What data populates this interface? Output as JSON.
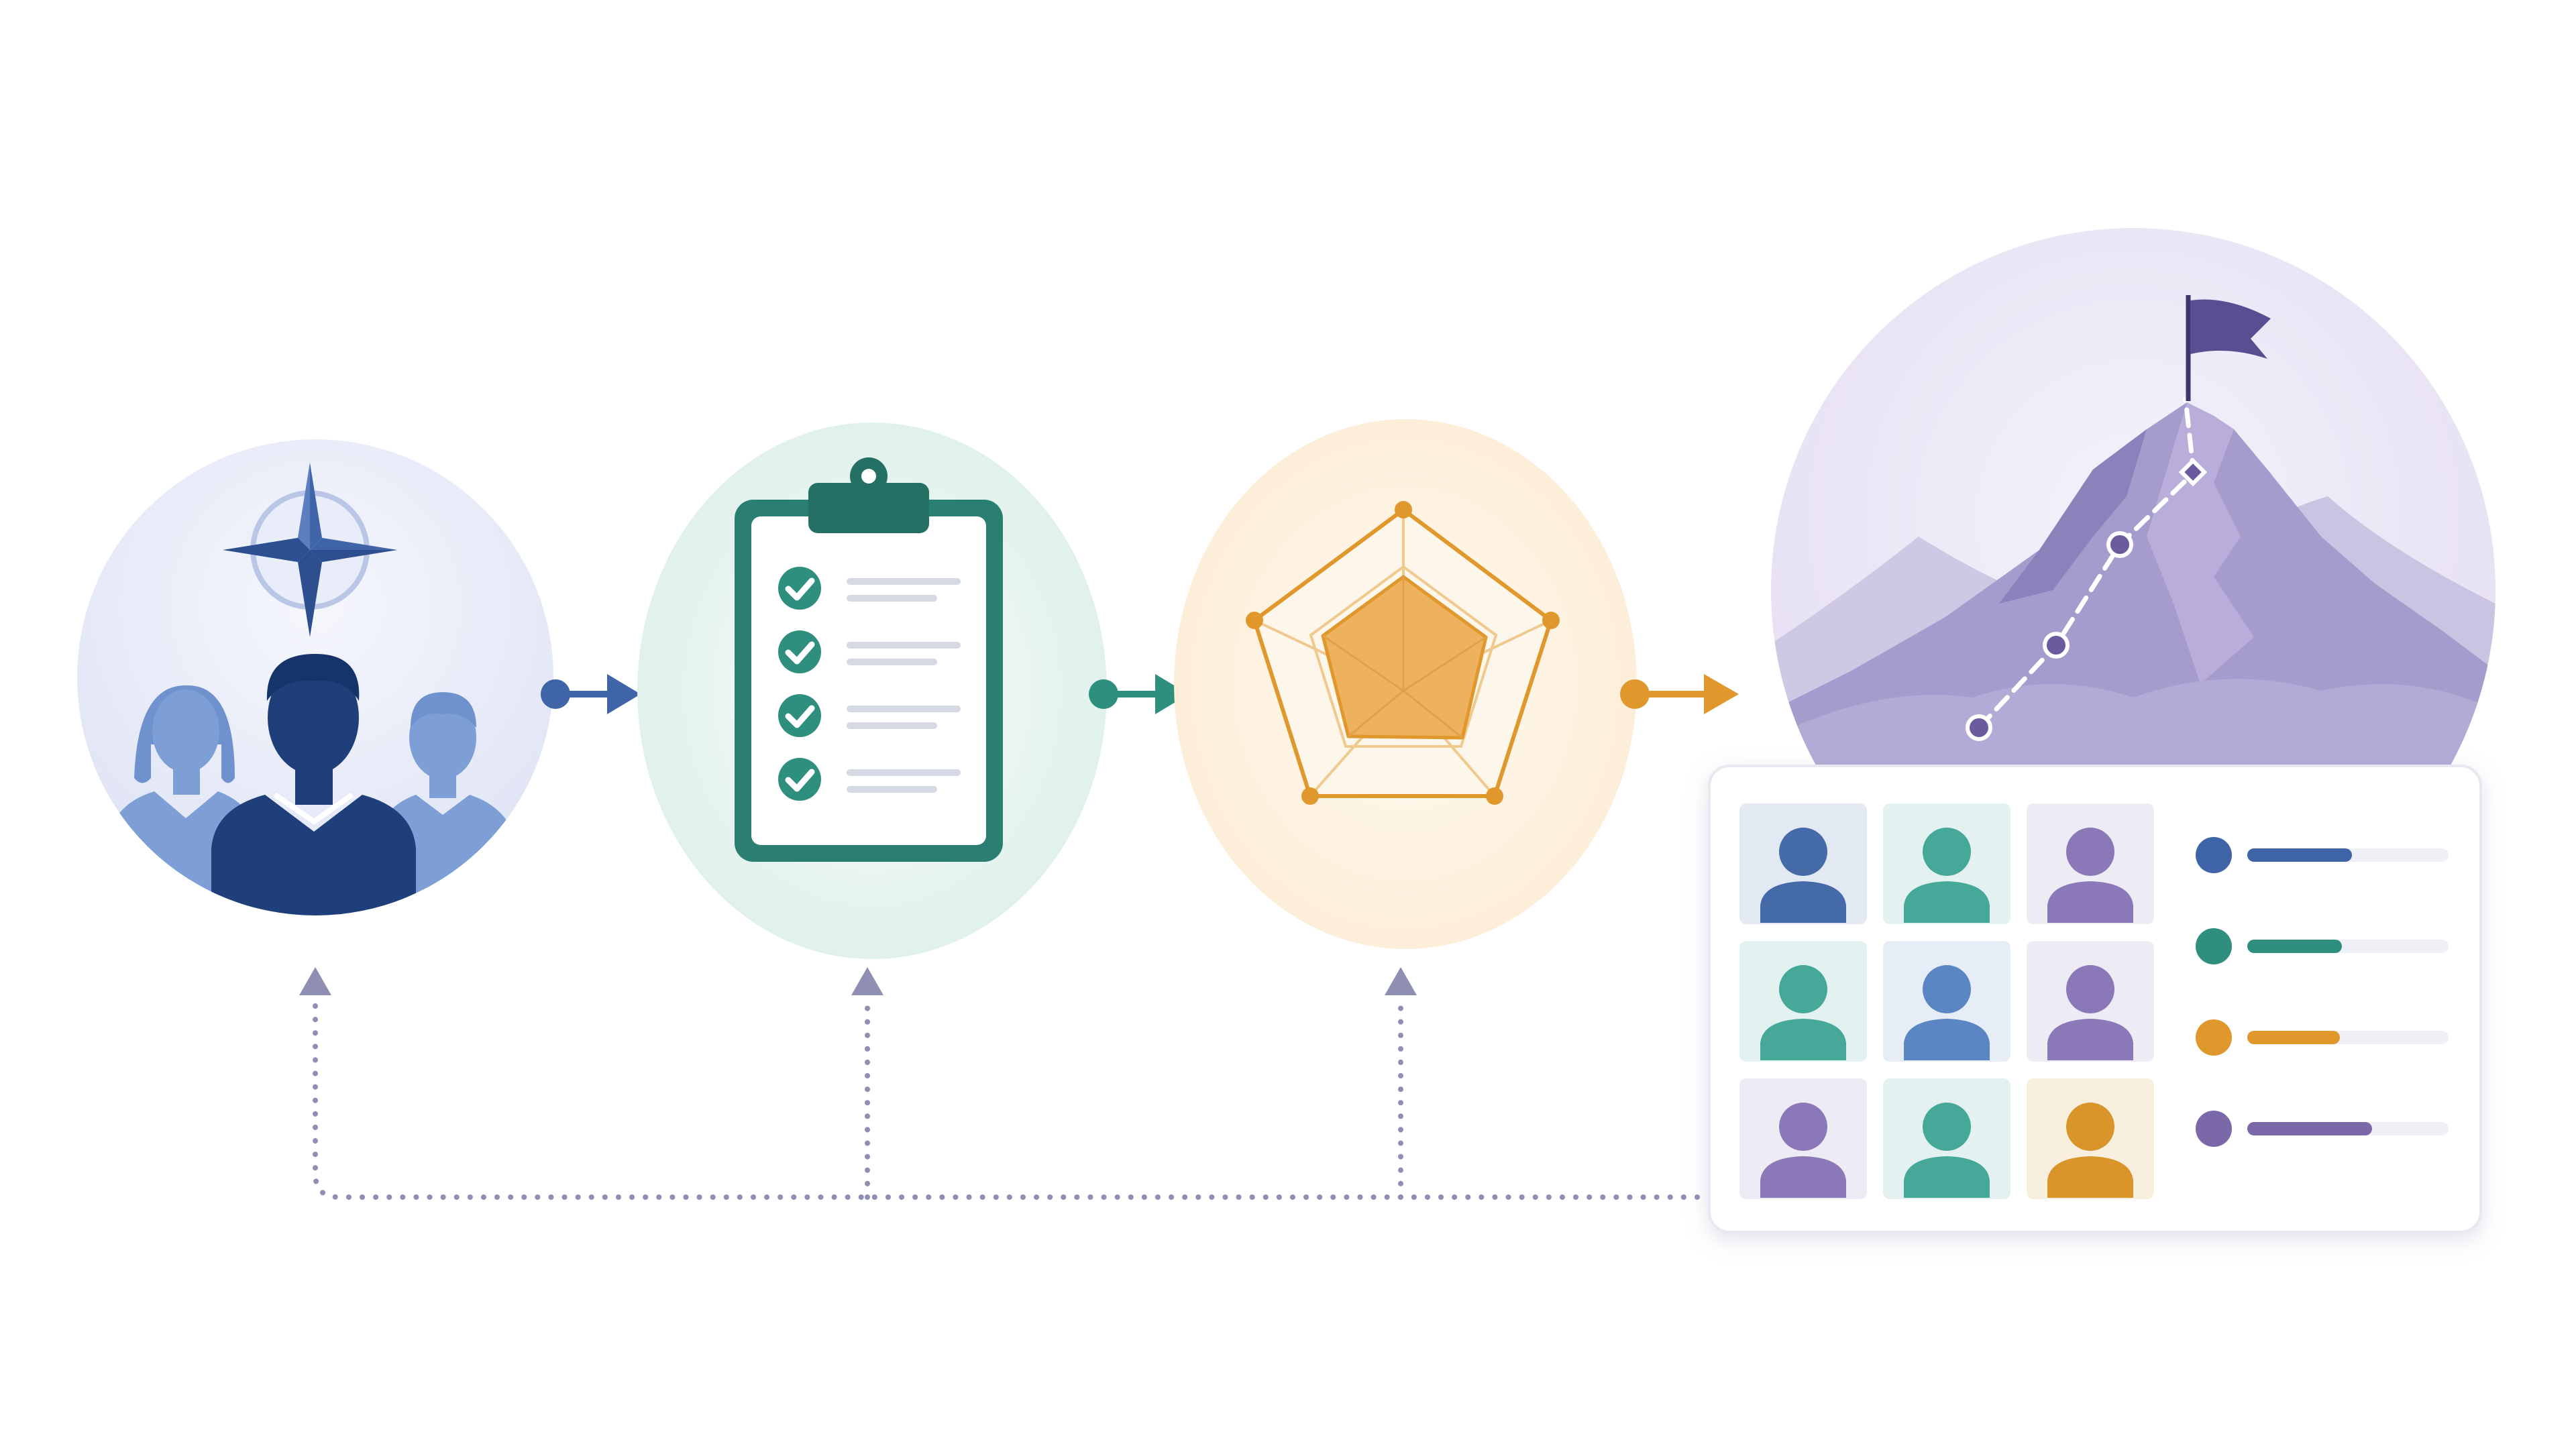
{
  "diagram": {
    "type": "process-flow",
    "colors": {
      "blue": "#3f65a8",
      "navy": "#1f3f7a",
      "teal": "#2f8f7e",
      "orange": "#e0982c",
      "purple": "#7a68a8",
      "feedback_dots": "#8f8fb3"
    },
    "stages": [
      {
        "icon": "team-compass-icon",
        "accent": "#3f65a8"
      },
      {
        "icon": "clipboard-checklist-icon",
        "accent": "#2f8f7e"
      },
      {
        "icon": "radar-chart-icon",
        "accent": "#e0982c"
      },
      {
        "icon": "mountain-summit-flag-icon",
        "accent": "#7a68a8"
      }
    ],
    "checklist_items": 4,
    "team_grid": [
      [
        "#456aa8",
        "#45a898",
        "#8a78b8"
      ],
      [
        "#45a898",
        "#5b86c4",
        "#8a78b8"
      ],
      [
        "#8a78b8",
        "#45a898",
        "#d99529"
      ]
    ],
    "progress_bars": [
      {
        "color": "#3f65a8",
        "level": 0.52
      },
      {
        "color": "#2f8f7e",
        "level": 0.47
      },
      {
        "color": "#e0982c",
        "level": 0.46
      },
      {
        "color": "#7a68a8",
        "level": 0.62
      }
    ],
    "feedback_loop": "dotted-return-to-stages-1-2-3"
  }
}
